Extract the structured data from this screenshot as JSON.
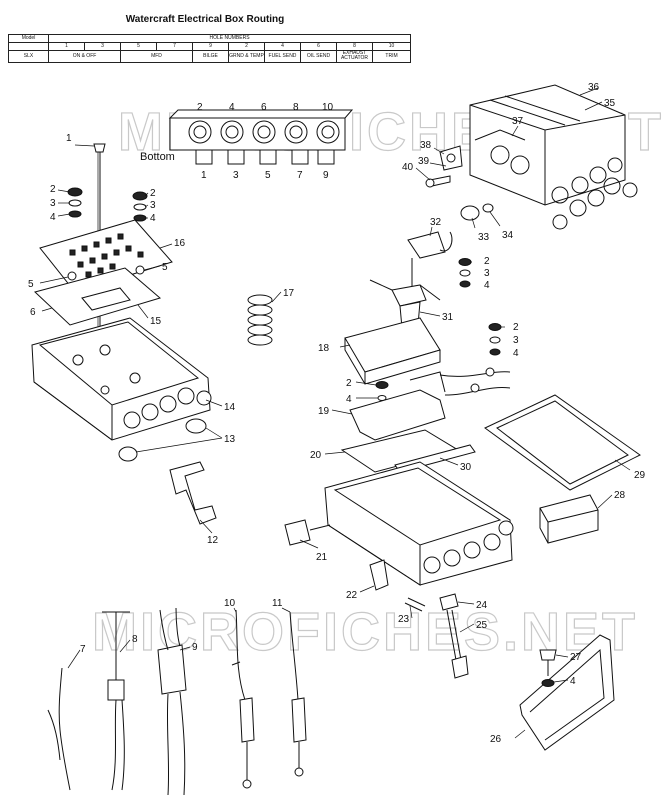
{
  "title": "Watercraft Electrical Box Routing",
  "table": {
    "model_header": "Model",
    "hole_numbers_header": "HOLE NUMBERS",
    "hole_numbers": [
      "1",
      "3",
      "5",
      "7",
      "9",
      "2",
      "4",
      "6",
      "8",
      "10"
    ],
    "row_model": "SLX",
    "row_cells": [
      "ON & OFF",
      "MFD",
      "BILGE",
      "GRND & TEMP",
      "FUEL SEND",
      "OIL SEND",
      "EXHAUST ACTUATOR",
      "TRIM"
    ]
  },
  "bottom_label": "Bottom",
  "watermark": "MICROFICHES.NET",
  "callouts": [
    "1",
    "2",
    "3",
    "4",
    "5",
    "6",
    "7",
    "8",
    "9",
    "10",
    "11",
    "12",
    "13",
    "14",
    "15",
    "16",
    "17",
    "18",
    "19",
    "20",
    "21",
    "22",
    "23",
    "24",
    "25",
    "26",
    "27",
    "28",
    "29",
    "30",
    "31",
    "32",
    "33",
    "34",
    "35",
    "36",
    "37",
    "38",
    "39",
    "40"
  ],
  "hole_labels_top": [
    "2",
    "4",
    "6",
    "8",
    "10"
  ],
  "hole_labels_bottom": [
    "1",
    "3",
    "5",
    "7",
    "9"
  ]
}
